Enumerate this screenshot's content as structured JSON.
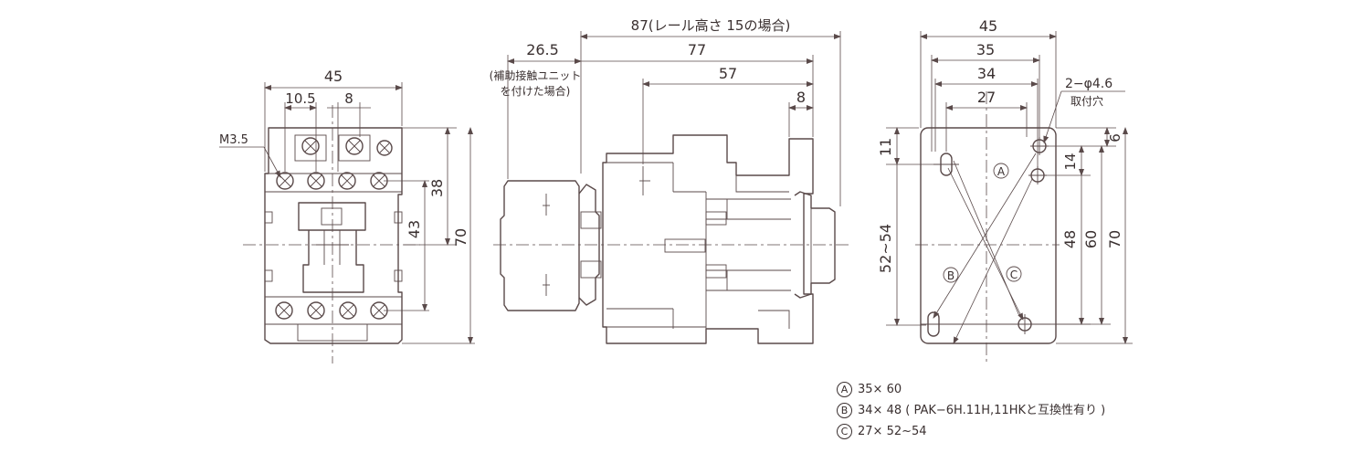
{
  "front_view": {
    "width_label": "45",
    "terminal_pitch_a": "10.5",
    "terminal_pitch_b": "8",
    "screw_label": "M3.5",
    "inner_height_a": "38",
    "inner_height_b": "43",
    "height_label": "70"
  },
  "side_view": {
    "overall_depth": "87(レール高さ 15の場合)",
    "aux_offset": "26.5",
    "depth_77": "77",
    "depth_57": "57",
    "depth_8": "8",
    "aux_note_line1": "(補助接触ユニット",
    "aux_note_line2": "を付けた場合)"
  },
  "mounting_view": {
    "width_45": "45",
    "width_35": "35",
    "width_34": "34",
    "width_27": "27",
    "hole_label": "2−φ4.6",
    "hole_note": "取付穴",
    "left_11": "11",
    "left_range": "52~54",
    "right_6": "6",
    "right_14": "14",
    "right_48": "48",
    "right_60": "60",
    "right_70": "70",
    "marker_a": "A",
    "marker_b": "B",
    "marker_c": "C"
  },
  "legend": [
    {
      "marker": "A",
      "text": "35× 60"
    },
    {
      "marker": "B",
      "text": "34× 48 ( PAK−6H.11H,11HKと互換性有り )"
    },
    {
      "marker": "C",
      "text": "27× 52~54"
    }
  ]
}
